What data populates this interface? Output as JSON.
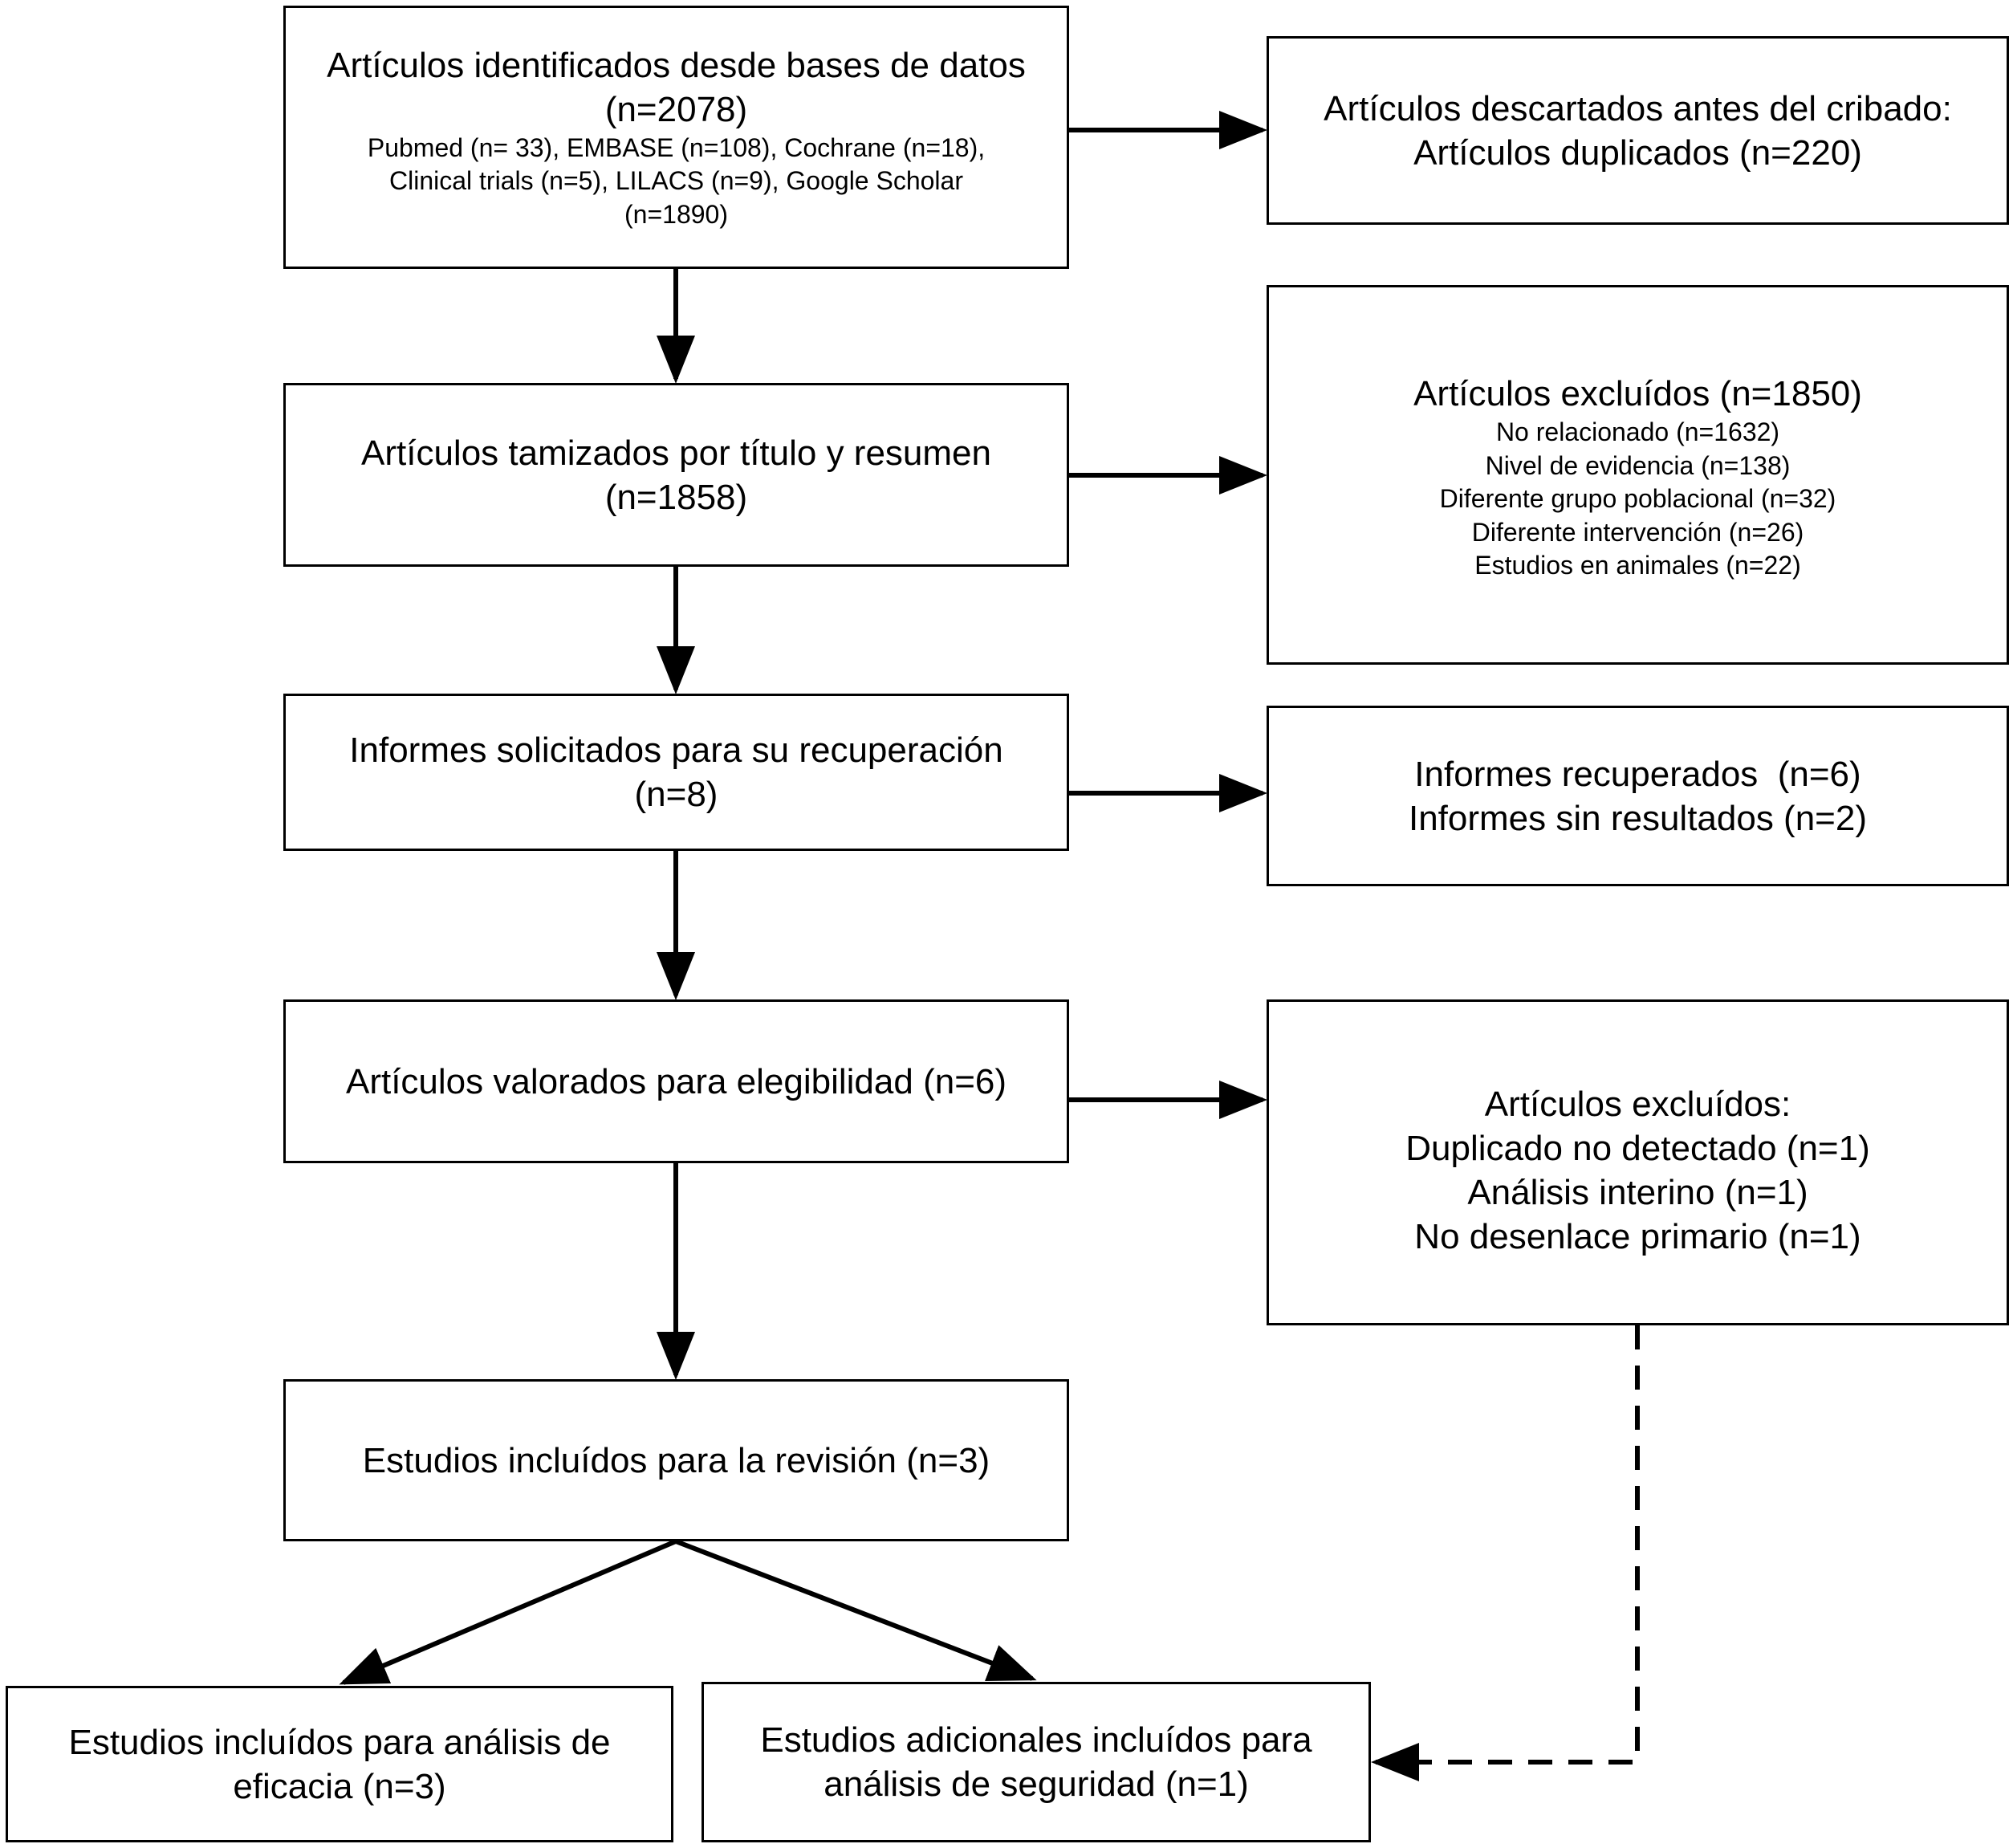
{
  "identification": {
    "title": "Artículos identificados desde bases de datos",
    "count": "(n=2078)",
    "sources": [
      "Pubmed (n= 33), EMBASE (n=108), Cochrane (n=18),",
      "Clinical trials (n=5), LILACS (n=9), Google Scholar",
      "(n=1890)"
    ]
  },
  "removed_before_screening": {
    "lines": [
      "Artículos descartados antes del cribado:",
      "Artículos duplicados (n=220)"
    ]
  },
  "screened": {
    "lines": [
      "Artículos tamizados por título y resumen",
      "(n=1858)"
    ]
  },
  "excluded_screening": {
    "title": "Artículos excluídos (n=1850)",
    "reasons": [
      "No relacionado (n=1632)",
      "Nivel de evidencia (n=138)",
      "Diferente grupo poblacional (n=32)",
      "Diferente intervención (n=26)",
      "Estudios en animales (n=22)"
    ]
  },
  "reports_sought": {
    "lines": [
      "Informes solicitados para su recuperación",
      "(n=8)"
    ]
  },
  "reports_status": {
    "lines": [
      "Informes recuperados  (n=6)",
      "Informes sin resultados (n=2)"
    ]
  },
  "eligibility": {
    "lines": [
      "Artículos valorados para elegibilidad (n=6)"
    ]
  },
  "excluded_eligibility": {
    "lines": [
      "Artículos excluídos:",
      "Duplicado no detectado (n=1)",
      "Análisis interino (n=1)",
      "No desenlace primario (n=1)"
    ]
  },
  "included_review": {
    "lines": [
      "Estudios incluídos para la revisión (n=3)"
    ]
  },
  "efficacy": {
    "lines": [
      "Estudios incluídos para análisis de",
      "eficacia (n=3)"
    ]
  },
  "safety": {
    "lines": [
      "Estudios adicionales incluídos para",
      "análisis de seguridad (n=1)"
    ]
  }
}
